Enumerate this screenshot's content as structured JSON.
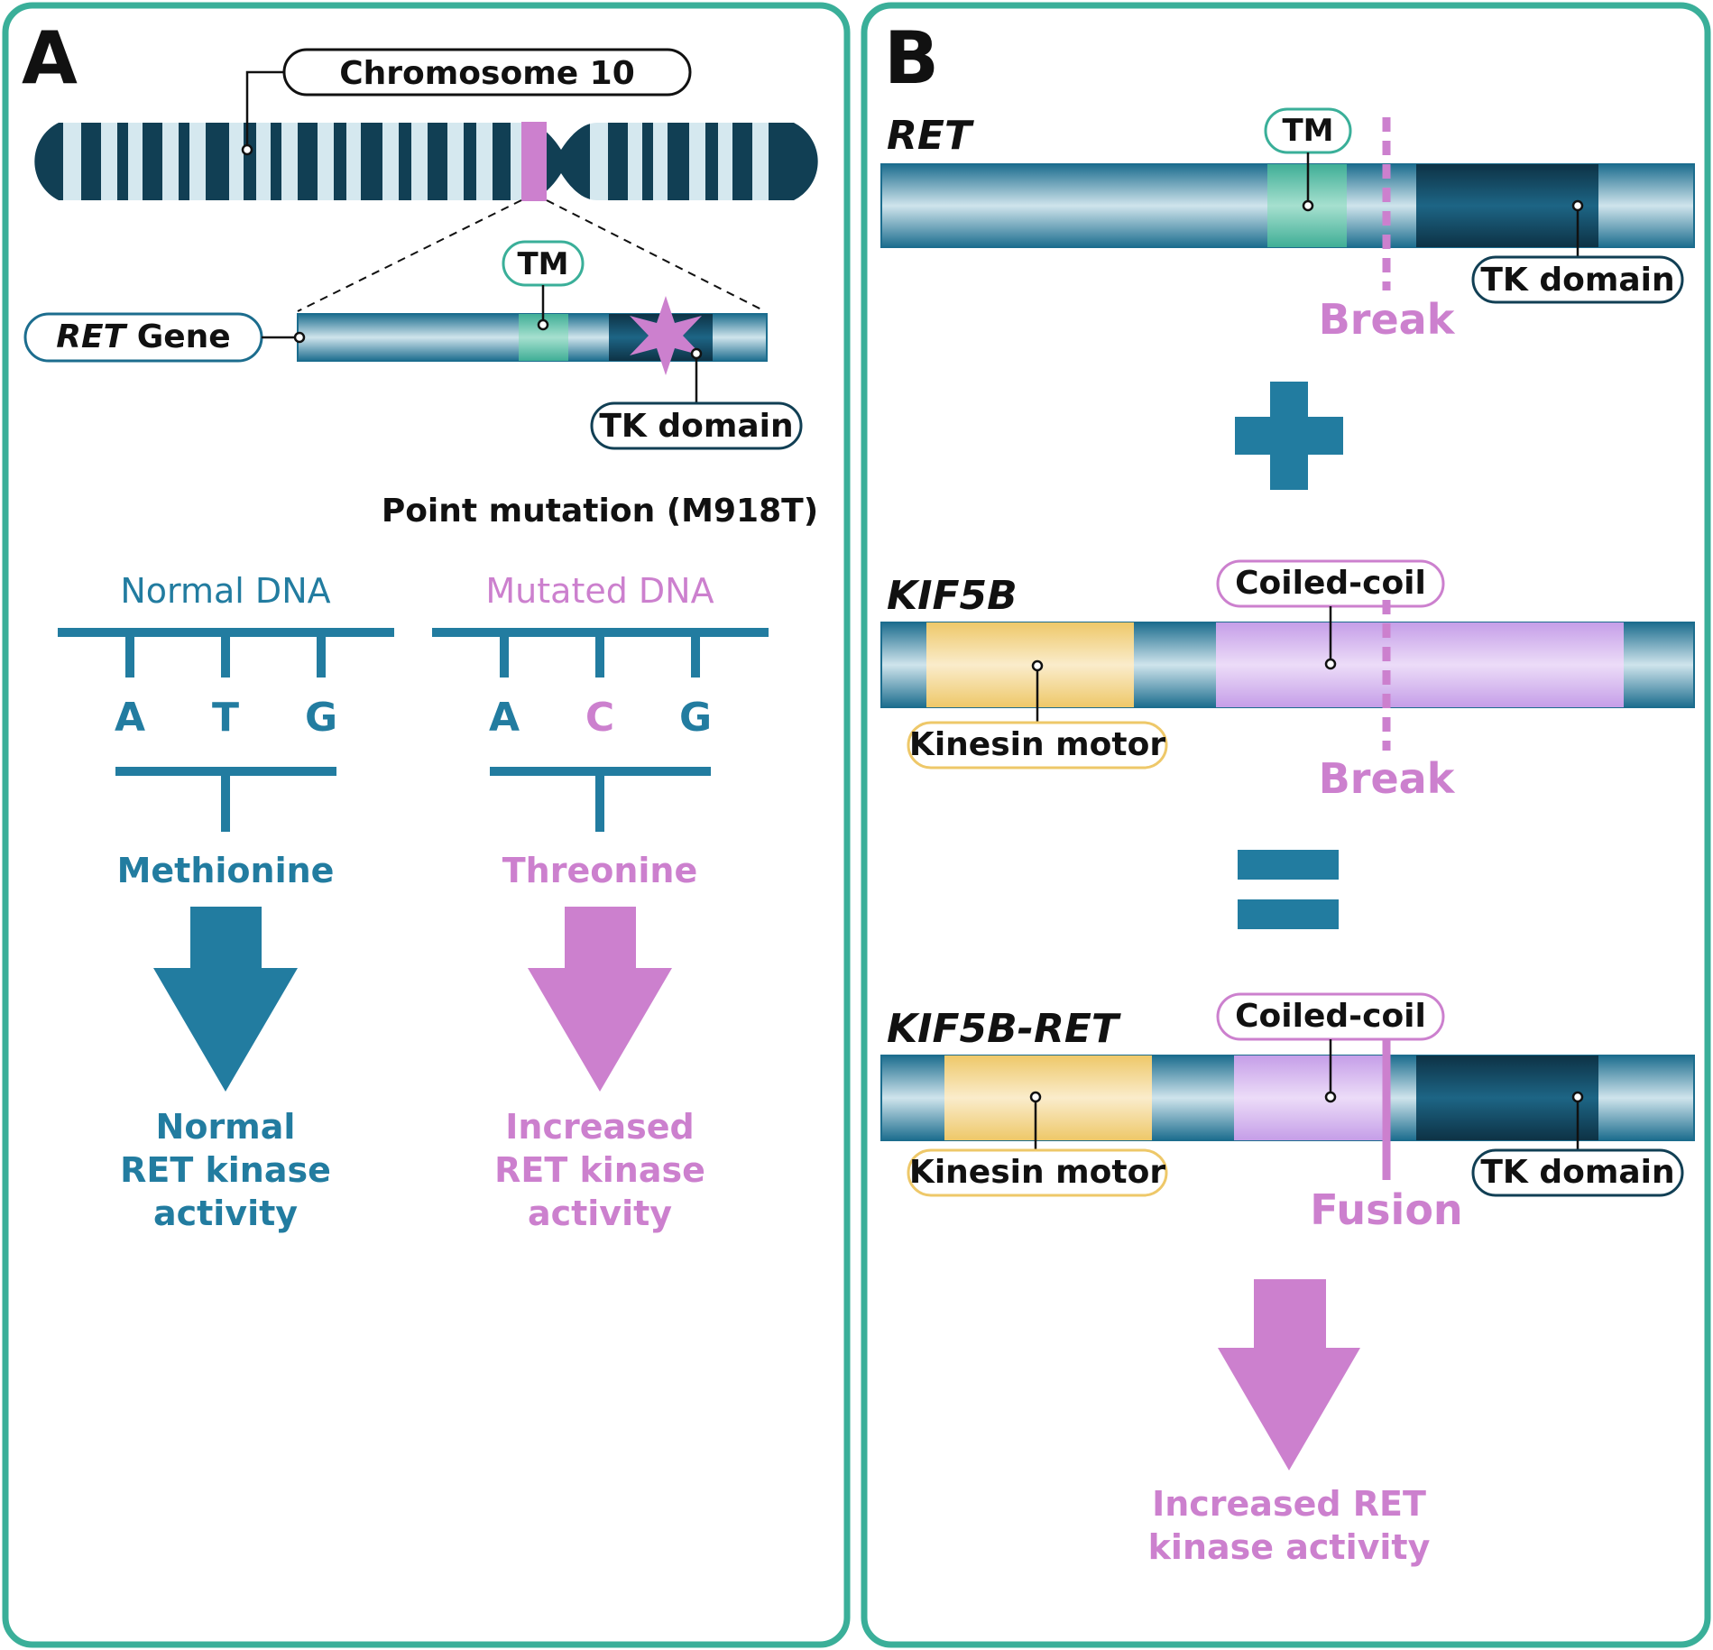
{
  "colors": {
    "frame": "#3aaf99",
    "dark_teal": "#113f54",
    "blue": "#227ca0",
    "light_band": "#d5e8ef",
    "pink": "#cc80ce",
    "tm_green": "#5fc4aa",
    "kinesin_yellow": "#f2d792",
    "coiled_purple": "#d4b8ee",
    "black": "#111111"
  },
  "panel_a": {
    "letter": "A",
    "chromosome_label": "Chromosome 10",
    "gene_label_italic": "RET",
    "gene_label_rest": " Gene",
    "tm_label": "TM",
    "tk_label": "TK domain",
    "mutation_title": "Point mutation (M918T)",
    "normal": {
      "title": "Normal DNA",
      "bases": [
        "A",
        "T",
        "G"
      ],
      "amino_acid": "Methionine",
      "outcome": [
        "Normal",
        "RET kinase",
        "activity"
      ]
    },
    "mutated": {
      "title": "Mutated DNA",
      "bases": [
        "A",
        "C",
        "G"
      ],
      "amino_acid": "Threonine",
      "outcome": [
        "Increased",
        "RET kinase",
        "activity"
      ]
    }
  },
  "panel_b": {
    "letter": "B",
    "ret": {
      "name": "RET",
      "tm_label": "TM",
      "tk_label": "TK domain",
      "break_label": "Break"
    },
    "kif5b": {
      "name": "KIF5B",
      "coil_label": "Coiled-coil",
      "kinesin_label": "Kinesin motor",
      "break_label": "Break"
    },
    "fusion": {
      "name": "KIF5B-RET",
      "coil_label": "Coiled-coil",
      "kinesin_label": "Kinesin motor",
      "tk_label": "TK domain",
      "fusion_label": "Fusion"
    },
    "outcome": [
      "Increased RET",
      "kinase activity"
    ]
  }
}
